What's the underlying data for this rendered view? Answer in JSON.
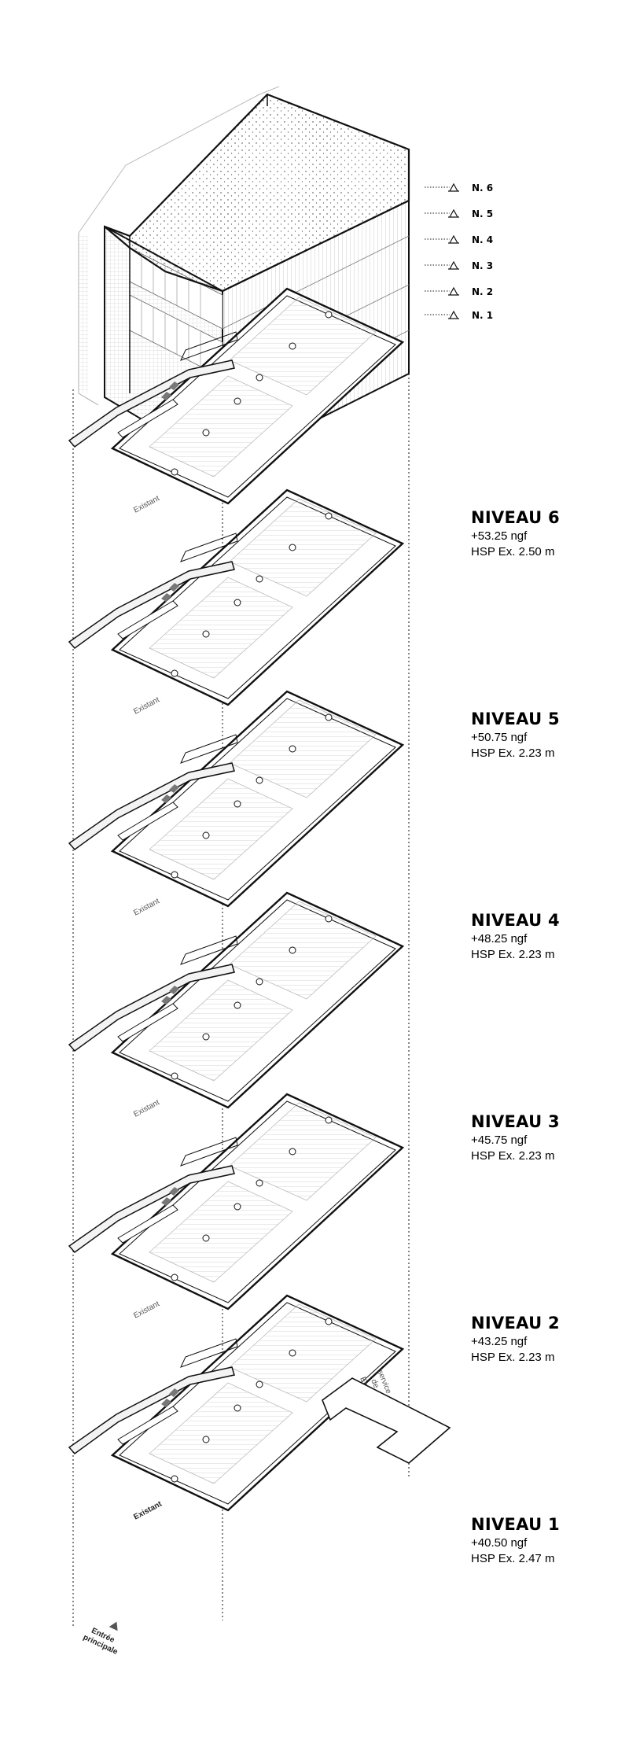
{
  "markers": [
    "N. 6",
    "N. 5",
    "N. 4",
    "N. 3",
    "N. 2",
    "N. 1"
  ],
  "levels": [
    {
      "id": "6",
      "title": "NIVEAU 6",
      "elevation": "+53.25 ngf",
      "hsp": "HSP Ex. 2.50 m"
    },
    {
      "id": "5",
      "title": "NIVEAU 5",
      "elevation": "+50.75 ngf",
      "hsp": "HSP Ex. 2.23 m"
    },
    {
      "id": "4",
      "title": "NIVEAU 4",
      "elevation": "+48.25 ngf",
      "hsp": "HSP Ex. 2.23 m"
    },
    {
      "id": "3",
      "title": "NIVEAU 3",
      "elevation": "+45.75 ngf",
      "hsp": "HSP Ex. 2.23 m"
    },
    {
      "id": "2",
      "title": "NIVEAU 2",
      "elevation": "+43.25 ngf",
      "hsp": "HSP Ex. 2.23 m"
    },
    {
      "id": "1",
      "title": "NIVEAU 1",
      "elevation": "+40.50 ngf",
      "hsp": "HSP Ex. 2.47 m"
    }
  ],
  "annotations": {
    "existing": "Existant",
    "main_entrance_1": "Entrée",
    "main_entrance_2": "principale",
    "service_1": "Entrée",
    "service_2": "de",
    "service_3": "service"
  },
  "colors": {
    "line": "#111111",
    "hatch": "#bbbbbb",
    "fill_grey": "#e6e6e6"
  }
}
